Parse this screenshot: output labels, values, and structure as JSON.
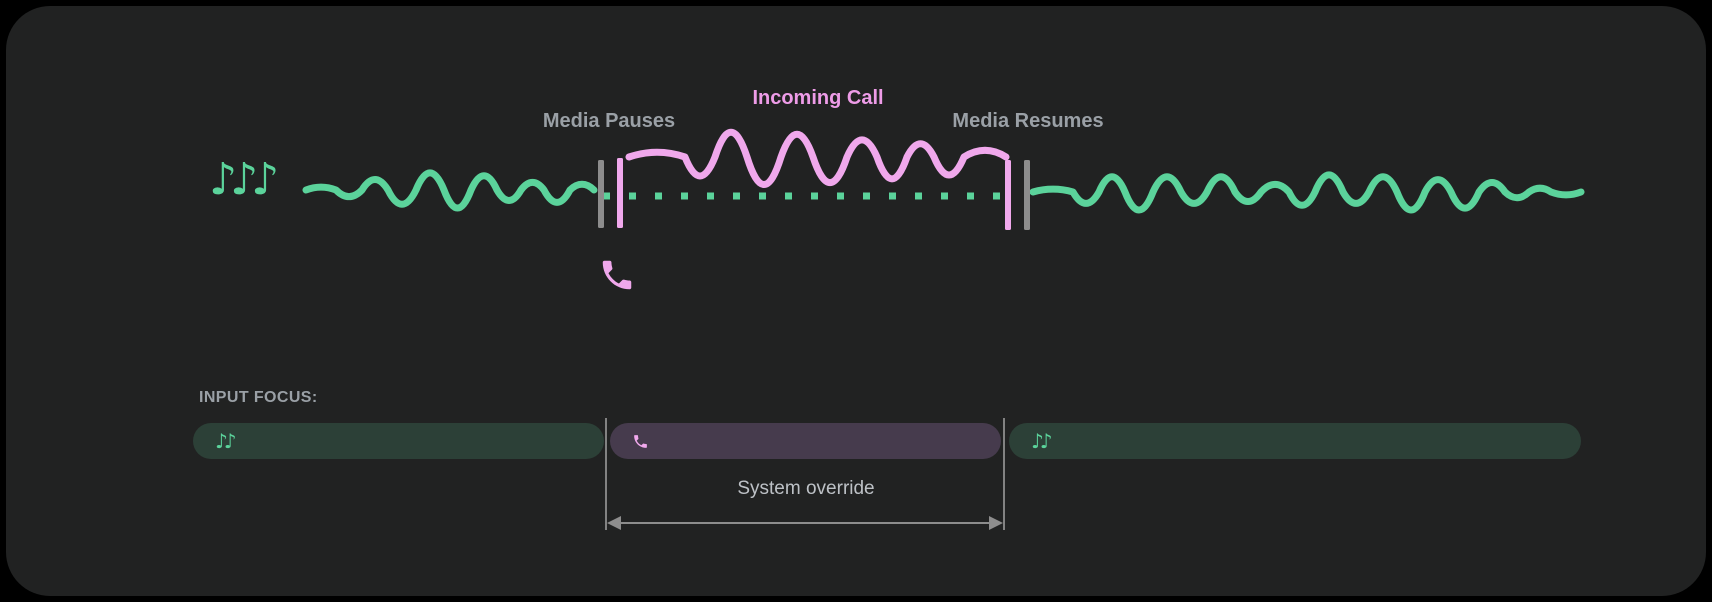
{
  "timeline": {
    "media_pauses_label": "Media Pauses",
    "incoming_call_label": "Incoming Call",
    "media_resumes_label": "Media Resumes"
  },
  "input_focus": {
    "heading": "INPUT FOCUS:",
    "override_label": "System override",
    "segments": [
      {
        "name": "media-before-call",
        "icon": "music-notes-icon"
      },
      {
        "name": "incoming-call",
        "icon": "phone-icon"
      },
      {
        "name": "media-after-call",
        "icon": "music-notes-icon"
      }
    ]
  },
  "icons": {
    "music_notes_large": "♪♪♪",
    "music_notes_small": "♪♪",
    "phone": "phone-receiver"
  },
  "colors": {
    "background": "#000000",
    "card": "#212222",
    "media_green": "#5bd39b",
    "media_bar_green": "#2c4037",
    "call_pink": "#f0a8ec",
    "call_label_pink": "#ee9ce8",
    "call_bar_purple": "#463b4d",
    "marker_gray": "#8d8d8d",
    "label_gray": "#9aa0a6",
    "override_text_gray": "#bdc1c6"
  }
}
